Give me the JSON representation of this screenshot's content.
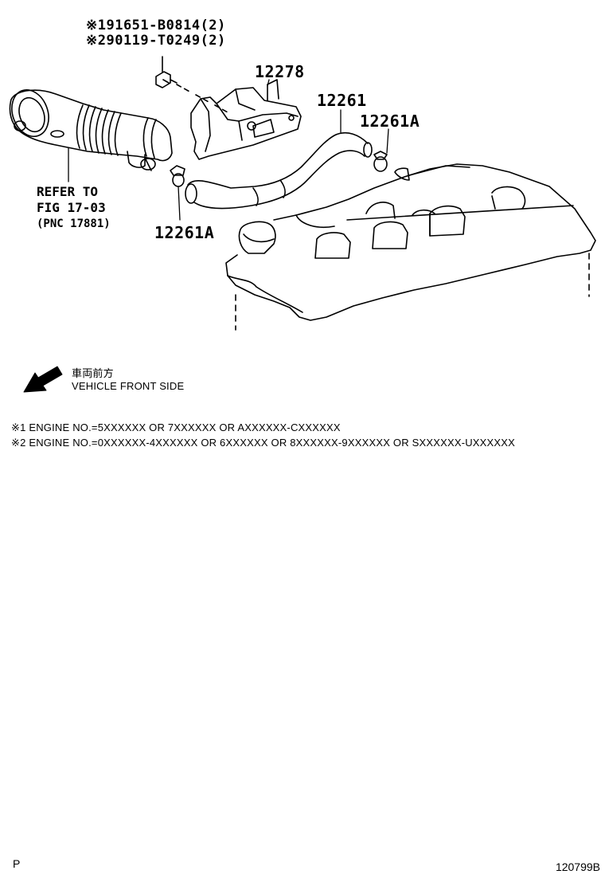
{
  "callouts": {
    "bolt_line1": "※191651-B0814(2)",
    "bolt_line2": "※290119-T0249(2)",
    "bracket_part": "12278",
    "hose_part": "12261",
    "clamp_upper": "12261A",
    "clamp_lower": "12261A",
    "refer_line1": "REFER TO",
    "refer_line2": "FIG 17-03",
    "refer_line3": "(PNC 17881)"
  },
  "direction": {
    "japanese": "車両前方",
    "english": "VEHICLE FRONT SIDE",
    "icon": "arrow-down-left-icon"
  },
  "notes": [
    "※1 ENGINE NO.=5XXXXXX OR 7XXXXXX OR AXXXXXX-CXXXXXX",
    "※2 ENGINE NO.=0XXXXXX-4XXXXXX OR 6XXXXXX OR 8XXXXXX-9XXXXXX OR SXXXXXX-UXXXXXX"
  ],
  "footer": {
    "page_marker": "P",
    "figure_id": "120799B"
  }
}
